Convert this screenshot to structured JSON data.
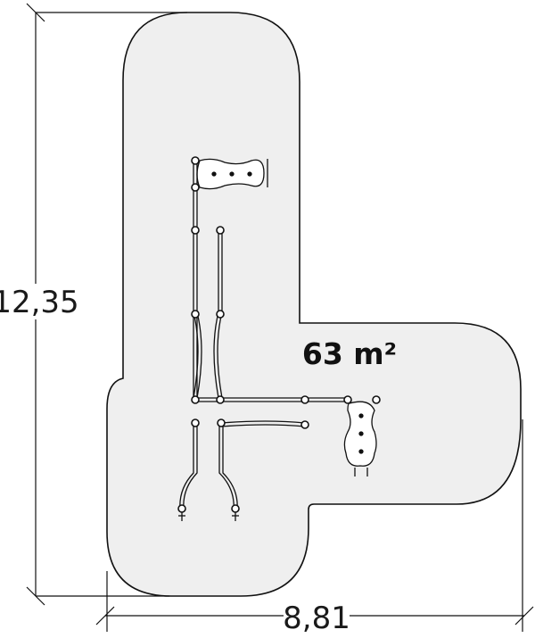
{
  "plan": {
    "area_label": "63 m²",
    "height_label": "12,35",
    "width_label": "8,81"
  },
  "colors": {
    "line": "#111111",
    "zone_fill": "#efefef",
    "background": "#ffffff"
  }
}
